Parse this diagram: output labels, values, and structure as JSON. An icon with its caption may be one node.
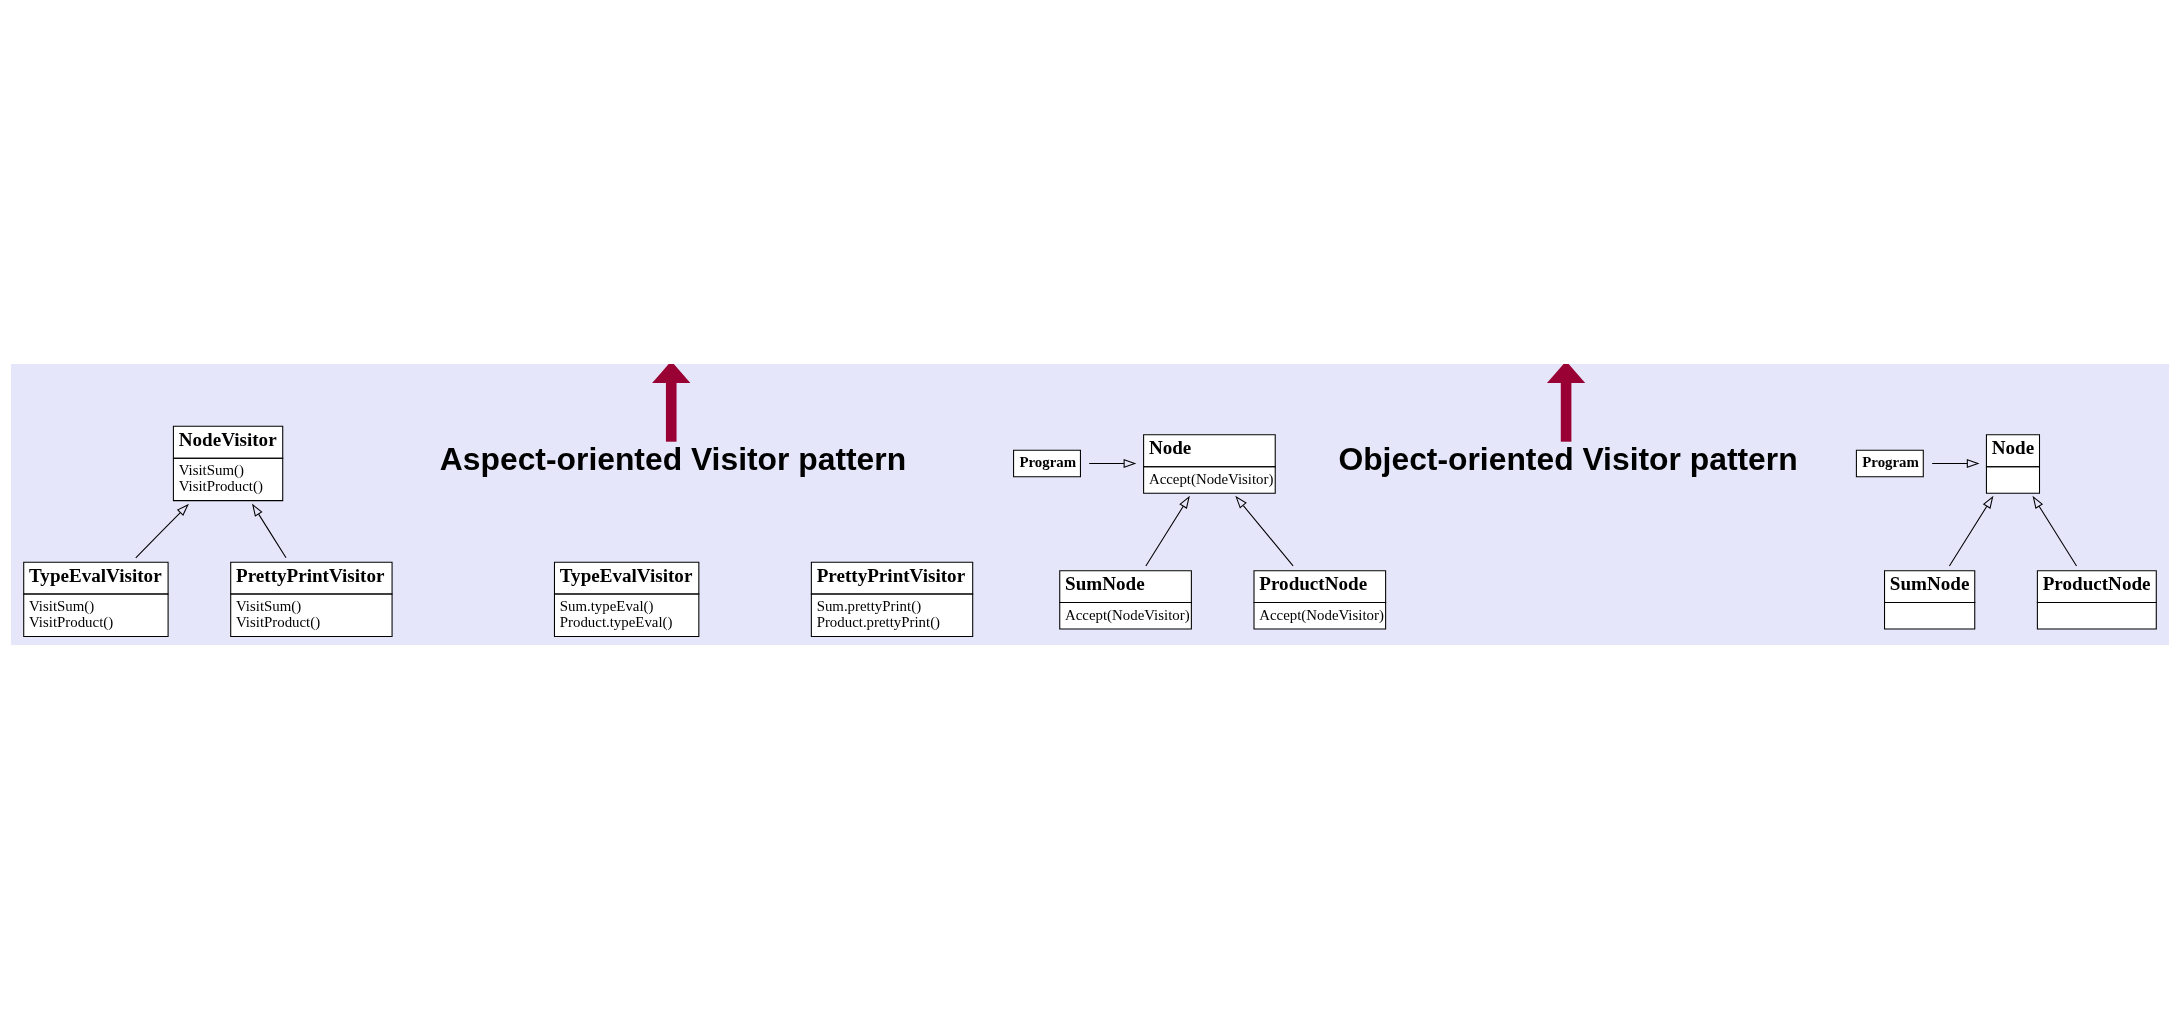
{
  "diagram": {
    "nodes": [
      {
        "text": [
          "NodeVisitor",
          "VisitSum()",
          "VisitProduct()"
        ]
      },
      {
        "text": [
          "TypeEvalVisitor",
          "Sum.typeEval()",
          "Product.typeEval()"
        ]
      },
      {
        "text": [
          "Aspect-oriented Visitor pattern"
        ]
      },
      {
        "text": [
          "TypeEvalVisitor",
          "VisitSum()",
          "VisitProduct()"
        ]
      },
      {
        "text": [
          "PrettyPrintVisitor",
          "VisitSum()",
          "VisitProduct()"
        ]
      },
      {
        "text": [
          "PrettyPrintVisitor",
          "Sum.prettyPrint()",
          "Product.prettyPrint()"
        ]
      },
      {
        "text": [
          "Program"
        ]
      },
      {
        "text": [
          "Node",
          "Accept(NodeVisitor)"
        ]
      },
      {
        "text": [
          "Object-oriented Visitor pattern"
        ]
      },
      {
        "text": [
          "Program"
        ]
      },
      {
        "text": [
          "Node"
        ]
      },
      {
        "text": [
          "SumNode",
          "Accept(NodeVisitor)"
        ]
      },
      {
        "text": [
          "ProductNode",
          "Accept(NodeVisitor)"
        ]
      },
      {
        "text": [
          "SumNode"
        ]
      },
      {
        "text": [
          "ProductNode"
        ]
      }
    ],
    "edges": [
      {
        "from": 3,
        "to": 0,
        "arrow": "to"
      },
      {
        "from": 4,
        "to": 0,
        "arrow": "to"
      },
      {
        "from": 2,
        "to": null,
        "arrow": "to",
        "style": "thick",
        "color": "#990033"
      },
      {
        "from": 6,
        "to": 7,
        "arrow": "to"
      },
      {
        "from": 11,
        "to": 7,
        "arrow": "to"
      },
      {
        "from": 12,
        "to": 7,
        "arrow": "to"
      },
      {
        "from": 8,
        "to": null,
        "arrow": "to",
        "style": "thick",
        "color": "#990033"
      },
      {
        "from": 9,
        "to": 10,
        "arrow": "to"
      },
      {
        "from": 13,
        "to": 10,
        "arrow": "to"
      },
      {
        "from": 14,
        "to": 10,
        "arrow": "to"
      }
    ]
  }
}
